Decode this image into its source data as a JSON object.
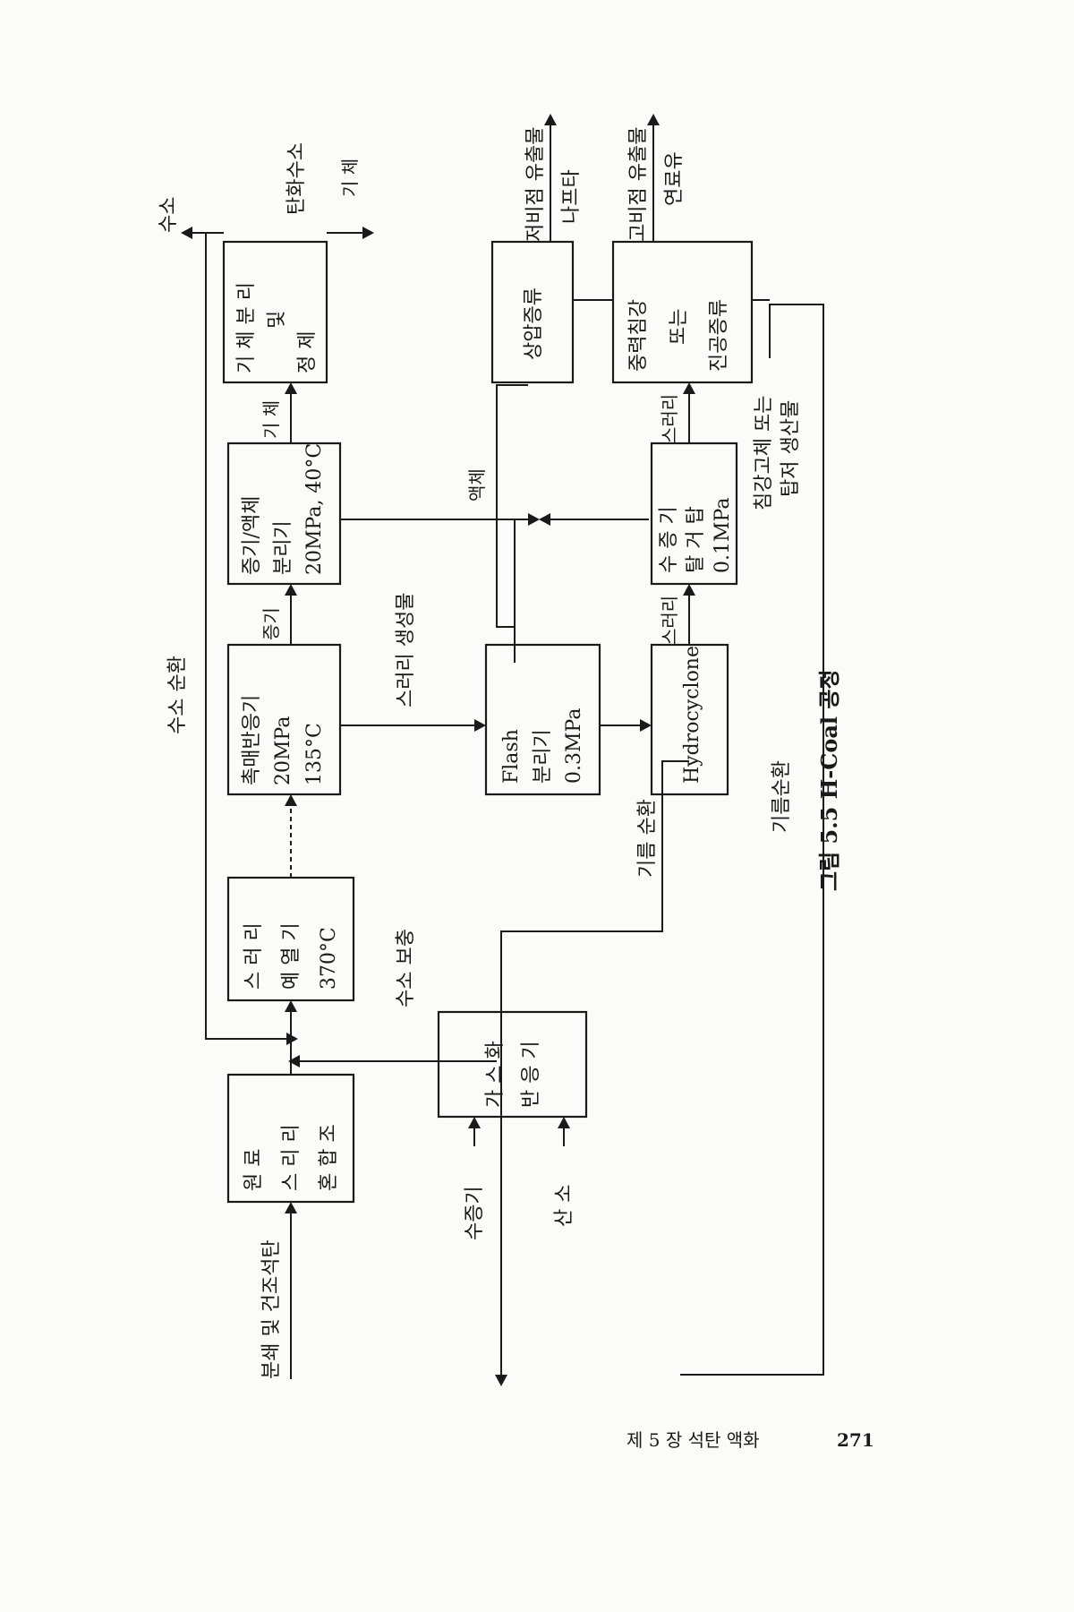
{
  "figure": {
    "caption": "그림 5.5  H-Coal 공정",
    "nodes": {
      "slurry_tank": [
        "원 료",
        "스 리 리",
        "혼 합 조"
      ],
      "preheater": [
        "스 러 리",
        "예 열 기",
        "370°C"
      ],
      "reactor": [
        "촉매반응기",
        "20MPa",
        "135°C"
      ],
      "hp_separator": [
        "증기/액체",
        "분리기",
        "20MPa, 40°C"
      ],
      "gas_separation": [
        "기 체 분 리",
        "및",
        "정  제"
      ],
      "gasifier": [
        "가 스 화",
        "반 응 기"
      ],
      "flash": [
        "Flash",
        "분리기",
        "0.3MPa"
      ],
      "hydrocyclone": "Hydrocyclone",
      "steam_stripper": [
        "수 증 기",
        "탈 거 탑",
        "0.1MPa"
      ],
      "atm_distillation": "상압증류",
      "vac_distillation": [
        "중력침강",
        "또는",
        "진공증류"
      ]
    },
    "labels": {
      "feed": "분쇄 및 건조석탄",
      "steam": "수증기",
      "oxygen": "산  소",
      "hydrogen_recycle": "수소 순환",
      "hydrogen_makeup": "수소 보충",
      "hydrogen": "수소",
      "hydrocarbon_gas": "탄화수소",
      "hydrocarbon_gas_2": "기 체",
      "vapor": "증기",
      "gas": "기 체",
      "slurry_product": "스러리 생성물",
      "liquid": "액체",
      "slurry_1": "스러리",
      "slurry_2": "스러리",
      "oil_recycle_1": "기름 순환",
      "oil_recycle_2": "기름순환",
      "low_bp_1": "저비점 유출물",
      "low_bp_2": "나프타",
      "high_bp_1": "고비점 유출물",
      "high_bp_2": "연료유",
      "residue_1": "침강고체 또는",
      "residue_2": "탑저 생산물"
    }
  },
  "footer": {
    "chapter": "제 5 장  석탄 액화",
    "page_number": "271"
  }
}
